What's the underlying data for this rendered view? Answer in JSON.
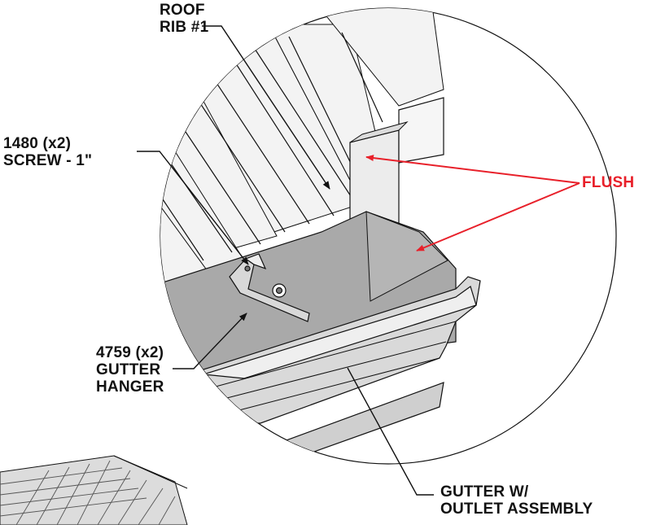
{
  "labels": {
    "roof_rib": [
      "ROOF",
      "RIB #1"
    ],
    "screw": [
      "1480 (x2)",
      "SCREW - 1\""
    ],
    "flush": "FLUSH",
    "hanger": [
      "4759 (x2)",
      "GUTTER",
      "HANGER"
    ],
    "gutter": [
      "GUTTER W/",
      "OUTLET ASSEMBLY"
    ]
  },
  "colors": {
    "flush_arrow": "#e8202a",
    "leader": "#111111",
    "outline": "#111111",
    "panel_light": "#f2f2f2",
    "panel_shade": "#d9d9d9",
    "floor": "#a9a9a9"
  }
}
